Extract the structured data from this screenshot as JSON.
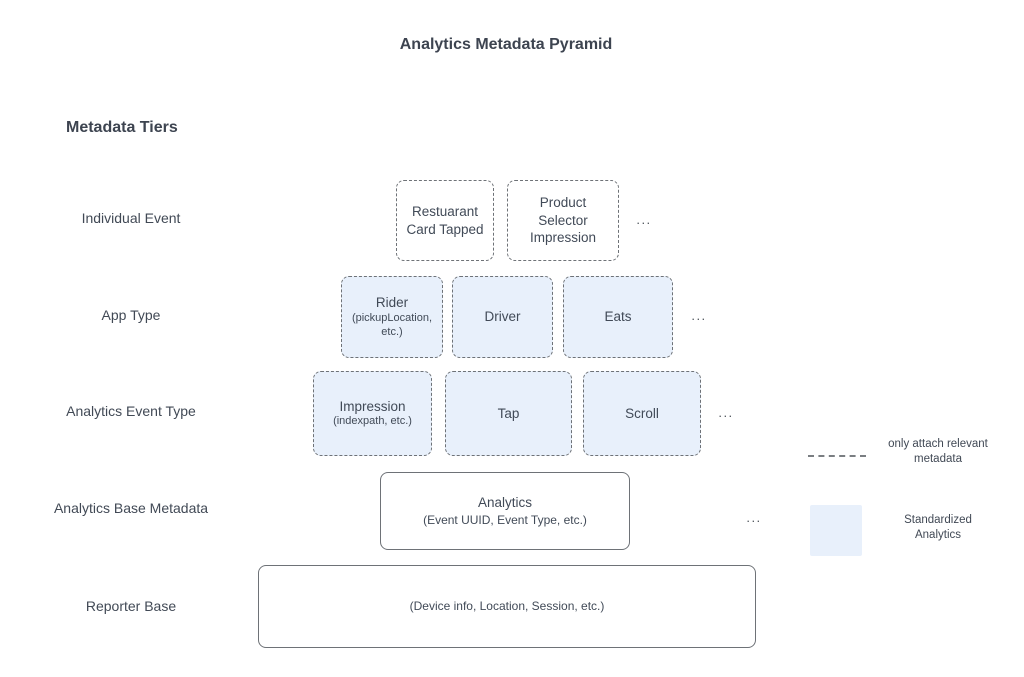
{
  "title": "Analytics Metadata Pyramid",
  "section_heading": "Metadata Tiers",
  "tiers": [
    {
      "label": "Individual Event",
      "ellipsis": "...",
      "boxes": [
        {
          "title": "Restuarant Card Tapped"
        },
        {
          "title": "Product Selector Impression"
        }
      ]
    },
    {
      "label": "App Type",
      "ellipsis": "...",
      "boxes": [
        {
          "title": "Rider",
          "subtitle": "(pickupLocation, etc.)"
        },
        {
          "title": "Driver"
        },
        {
          "title": "Eats"
        }
      ]
    },
    {
      "label": "Analytics Event Type",
      "ellipsis": "...",
      "boxes": [
        {
          "title": "Impression",
          "subtitle": "(indexpath, etc.)"
        },
        {
          "title": "Tap"
        },
        {
          "title": "Scroll"
        }
      ]
    },
    {
      "label": "Analytics Base Metadata",
      "ellipsis": "...",
      "boxes": [
        {
          "title": "Analytics",
          "subtitle": "(Event UUID, Event Type, etc.)"
        }
      ]
    },
    {
      "label": "Reporter Base",
      "boxes": [
        {
          "subtitle": "(Device info, Location, Session, etc.)"
        }
      ]
    }
  ],
  "legend": {
    "items": [
      {
        "swatch": "dashed-line",
        "label": "only attach relevant metadata"
      },
      {
        "swatch": "blue-square",
        "label": "Standardized Analytics"
      }
    ]
  },
  "colors": {
    "standardized_fill": "#e8f0fb",
    "border_gray": "#6e7277",
    "text_dark": "#3d4450"
  }
}
